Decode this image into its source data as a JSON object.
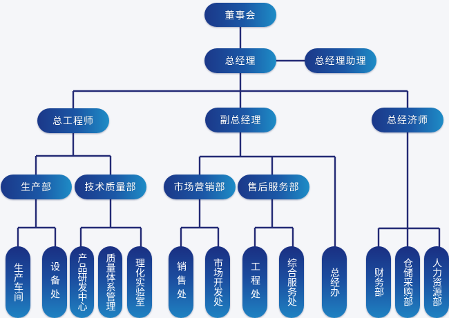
{
  "chart_title": "",
  "nodes": {
    "board": "董事会",
    "gm": "总经理",
    "gm_assistant": "总经理助理",
    "chief_engineer": "总工程师",
    "deputy_gm": "副总经理",
    "chief_economist": "总经济师",
    "production_dept": "生产部",
    "tech_quality_dept": "技术质量部",
    "marketing_dept": "市场营销部",
    "after_sales_dept": "售后服务部",
    "production_workshop": "生产车间",
    "equipment_office": "设备处",
    "rd_center": "产品研发中心",
    "quality_system_mgmt": "质量体系管理",
    "lab": "理化实验室",
    "sales_office": "销售处",
    "market_dev_office": "市场开发处",
    "engineering_office": "工程处",
    "general_service_office": "综合服务处",
    "gm_office": "总经办",
    "finance_dept": "财务部",
    "storage_purchasing_dept": "仓储采购部",
    "hr_dept": "人力资源部"
  },
  "edges": [
    [
      "board",
      "gm"
    ],
    [
      "gm",
      "gm_assistant"
    ],
    [
      "gm",
      "chief_engineer"
    ],
    [
      "gm",
      "deputy_gm"
    ],
    [
      "gm",
      "chief_economist"
    ],
    [
      "chief_engineer",
      "production_dept"
    ],
    [
      "chief_engineer",
      "tech_quality_dept"
    ],
    [
      "deputy_gm",
      "marketing_dept"
    ],
    [
      "deputy_gm",
      "after_sales_dept"
    ],
    [
      "deputy_gm",
      "gm_office"
    ],
    [
      "production_dept",
      "production_workshop"
    ],
    [
      "production_dept",
      "equipment_office"
    ],
    [
      "tech_quality_dept",
      "rd_center"
    ],
    [
      "tech_quality_dept",
      "quality_system_mgmt"
    ],
    [
      "tech_quality_dept",
      "lab"
    ],
    [
      "marketing_dept",
      "sales_office"
    ],
    [
      "marketing_dept",
      "market_dev_office"
    ],
    [
      "after_sales_dept",
      "engineering_office"
    ],
    [
      "after_sales_dept",
      "general_service_office"
    ],
    [
      "chief_economist",
      "finance_dept"
    ],
    [
      "chief_economist",
      "storage_purchasing_dept"
    ],
    [
      "chief_economist",
      "hr_dept"
    ]
  ],
  "colors": {
    "box_dark": "#1b3889",
    "box_light": "#1e8cc6",
    "line": "#232a75",
    "background": "#f5f6f9",
    "text": "#ffffff"
  }
}
